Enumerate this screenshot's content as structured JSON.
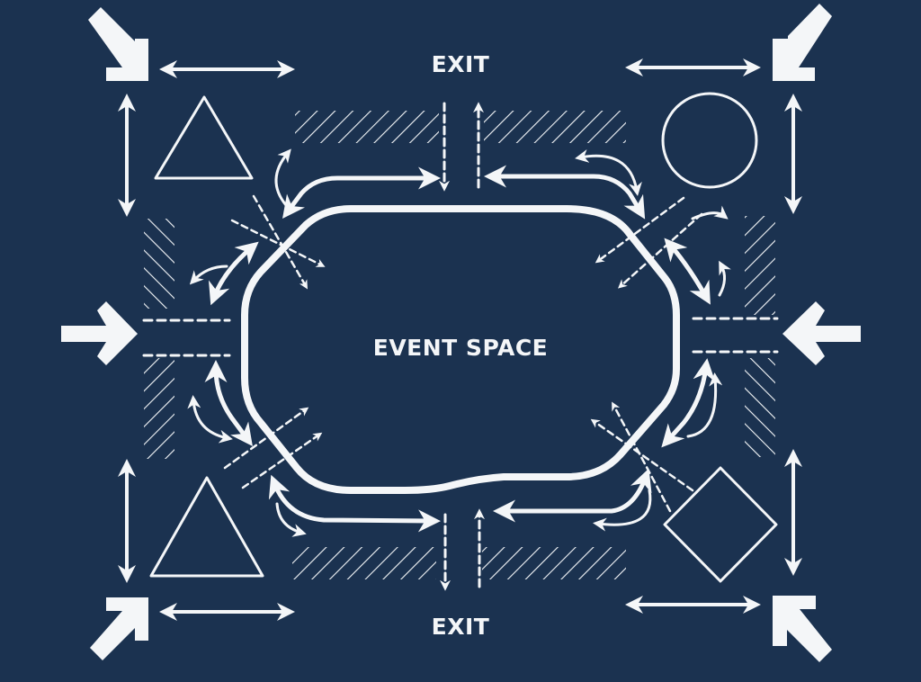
{
  "diagram": {
    "title": "Event space circulation plan",
    "background_color": "#1b3250",
    "stroke_color": "#f4f6f8",
    "labels": {
      "exit_top": "EXIT",
      "exit_bottom": "EXIT",
      "center": "EVENT SPACE"
    },
    "corners": [
      {
        "position": "top-left",
        "arrow": "diagonal-arrow-down-right",
        "shape": "triangle"
      },
      {
        "position": "top-right",
        "arrow": "diagonal-arrow-down-left",
        "shape": "circle"
      },
      {
        "position": "bottom-left",
        "arrow": "diagonal-arrow-up-right",
        "shape": "triangle"
      },
      {
        "position": "bottom-right",
        "arrow": "diagonal-arrow-up-left",
        "shape": "diamond"
      }
    ],
    "side_entrances": [
      {
        "position": "left",
        "arrow": "arrow-right"
      },
      {
        "position": "right",
        "arrow": "arrow-left"
      }
    ],
    "hatched_zones": [
      "top-left",
      "top-right",
      "left-upper",
      "left-lower",
      "right-upper",
      "right-lower",
      "bottom-left",
      "bottom-right"
    ]
  }
}
